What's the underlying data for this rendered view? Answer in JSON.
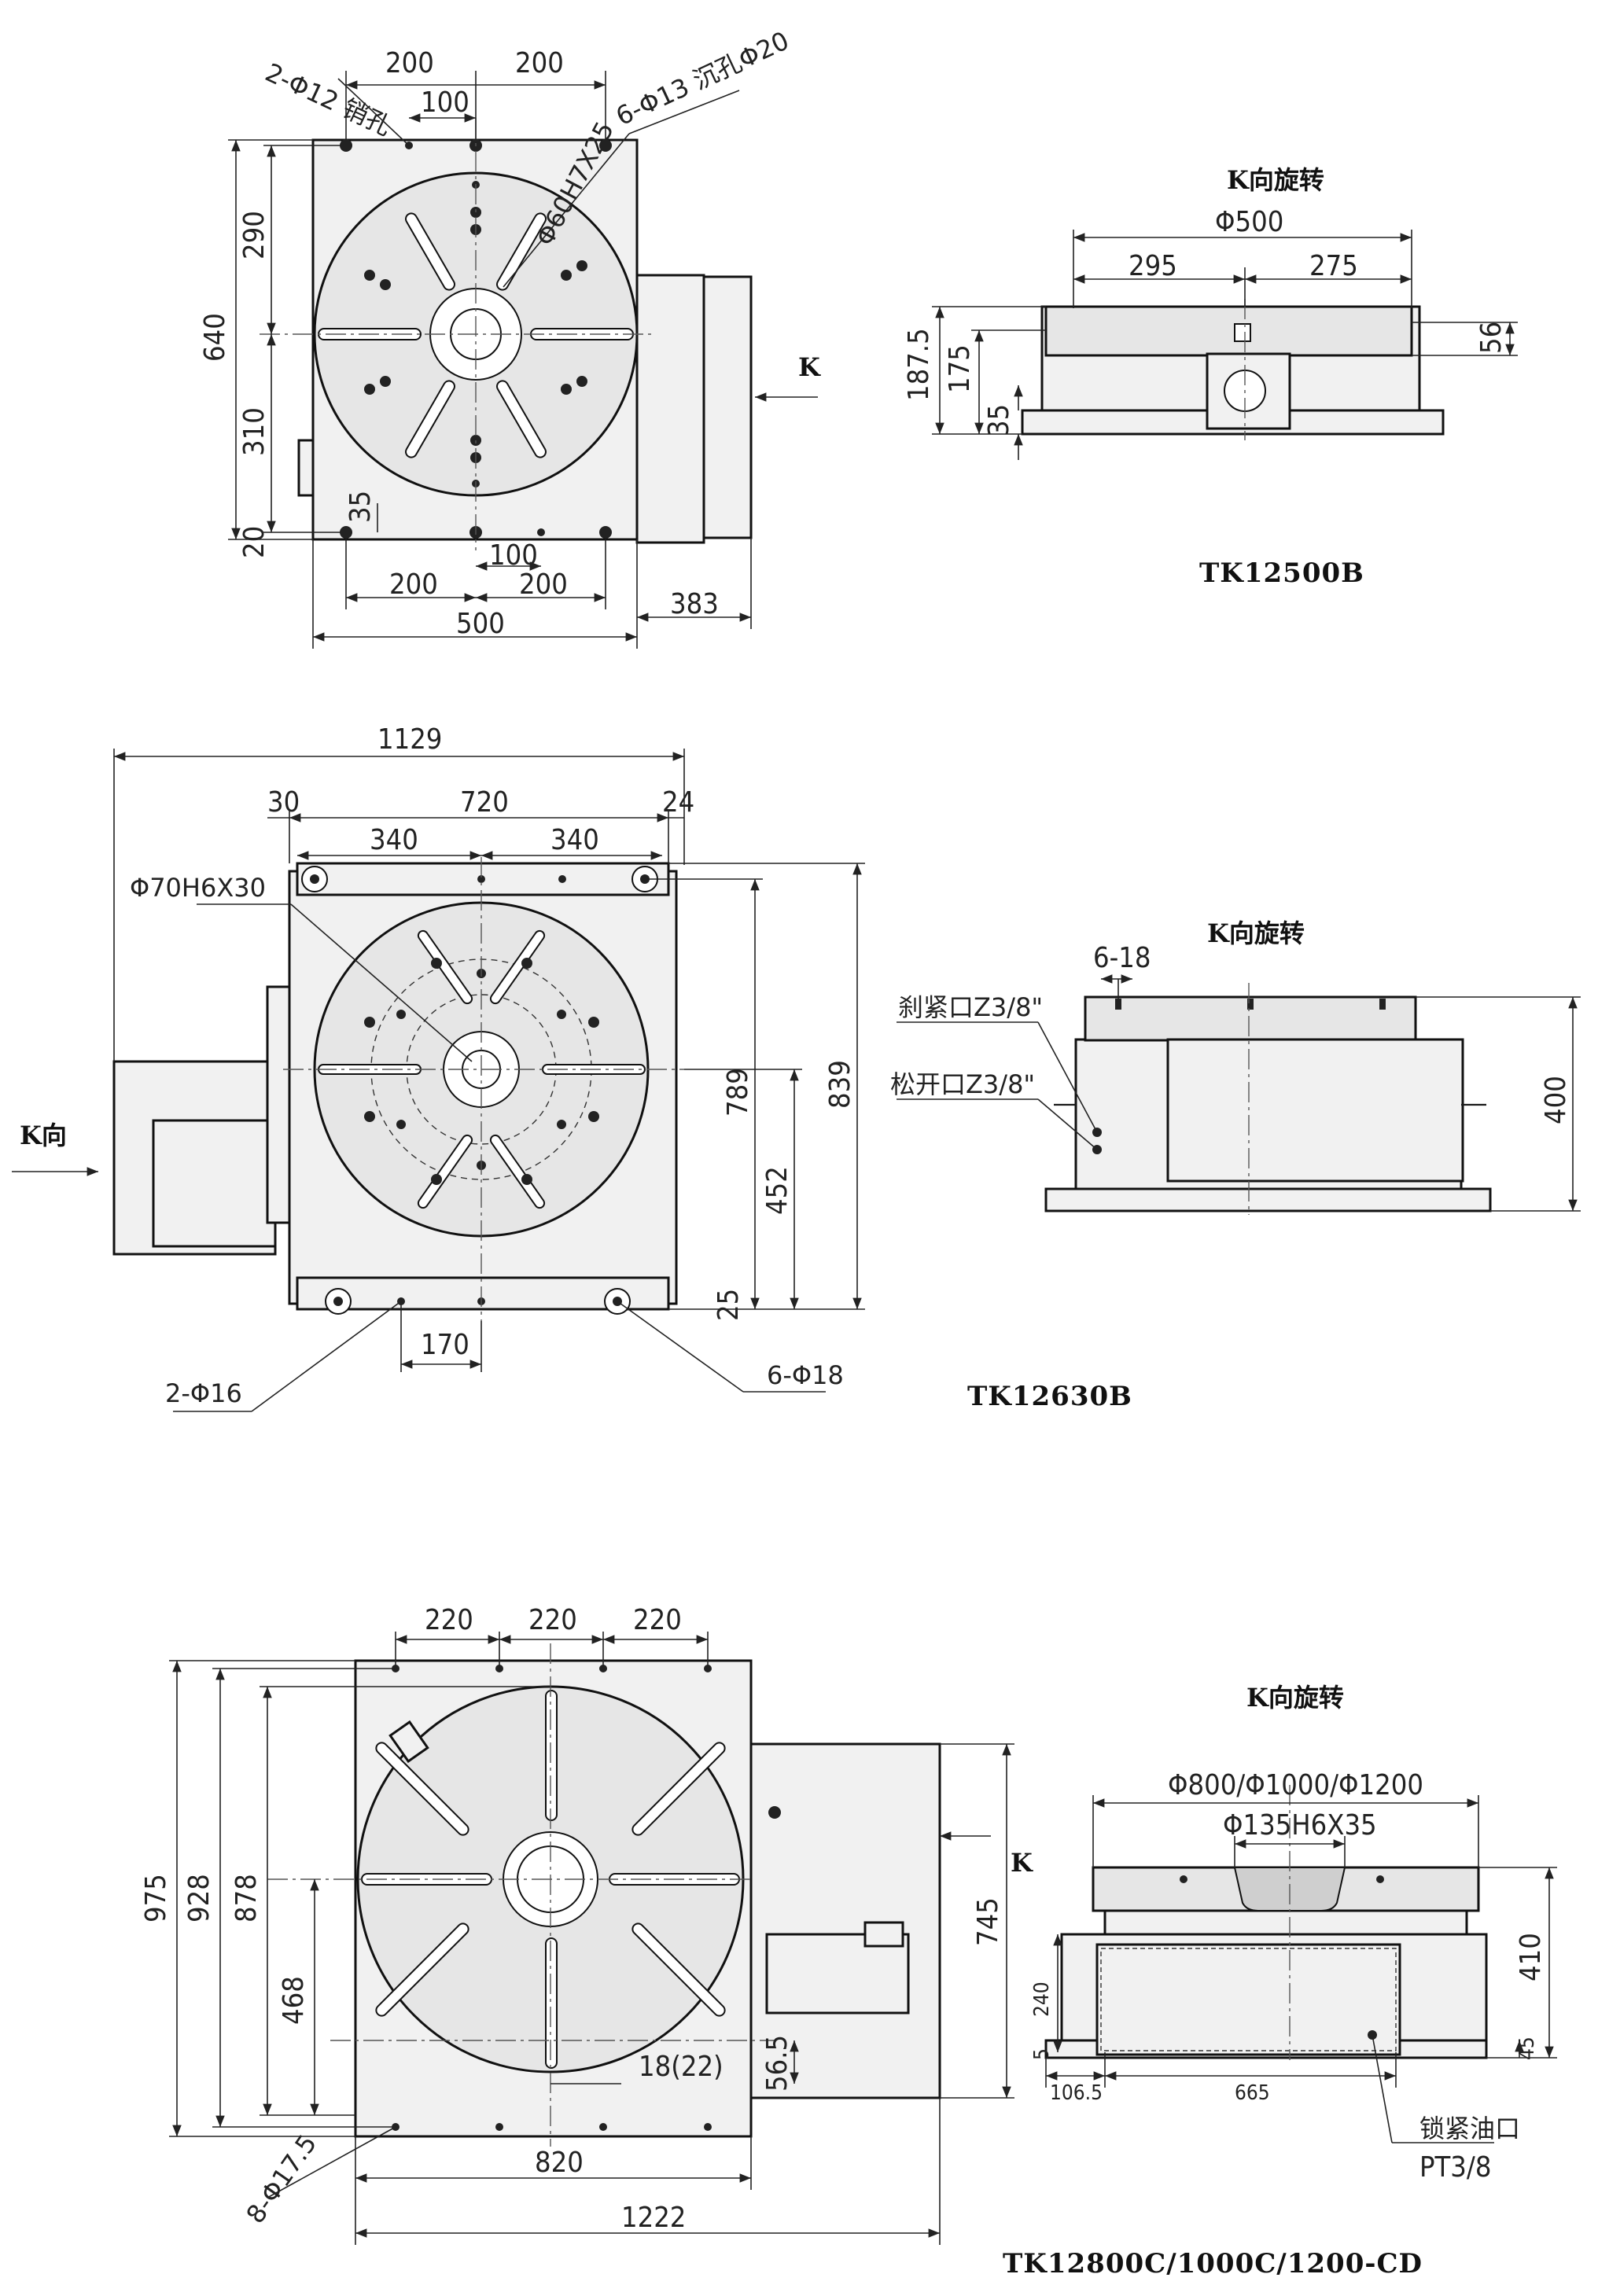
{
  "drawing_1": {
    "model": "TK12500B",
    "top_view": {
      "pin_hole_note": "2-Φ12 销孔",
      "counterbore_note": "6-Φ13 沉孔Φ20",
      "center_bore_note": "Φ60H7X25",
      "dim_200_left": "200",
      "dim_200_right": "200",
      "dim_100_top": "100",
      "dim_640": "640",
      "dim_290": "290",
      "dim_310": "310",
      "dim_20": "20",
      "dim_35": "35",
      "dim_100_bottom": "100",
      "dim_200_bottom_left": "200",
      "dim_200_bottom_right": "200",
      "dim_500": "500",
      "dim_383": "383",
      "k_arrow": "K"
    },
    "side_view": {
      "heading": "K向旋转",
      "dim_dia": "Φ500",
      "dim_295": "295",
      "dim_275": "275",
      "dim_187_5": "187.5",
      "dim_175": "175",
      "dim_35": "35",
      "dim_56": "56"
    }
  },
  "drawing_2": {
    "model": "TK12630B",
    "top_view": {
      "dim_1129": "1129",
      "dim_30": "30",
      "dim_720": "720",
      "dim_24": "24",
      "dim_340_left": "340",
      "dim_340_right": "340",
      "center_bore_note": "Φ70H6X30",
      "dim_789": "789",
      "dim_839": "839",
      "dim_452": "452",
      "dim_25": "25",
      "dim_170": "170",
      "pin_hole_note": "2-Φ16",
      "bolt_hole_note": "6-Φ18",
      "k_dir": "K向"
    },
    "side_view": {
      "heading": "K向旋转",
      "slot_note": "6-18",
      "clamp_port": "刹紧口Z3/8\"",
      "release_port": "松开口Z3/8\"",
      "dim_400": "400"
    }
  },
  "drawing_3": {
    "model": "TK12800C/1000C/1200-CD",
    "top_view": {
      "dim_220_a": "220",
      "dim_220_b": "220",
      "dim_220_c": "220",
      "dim_975": "975",
      "dim_928": "928",
      "dim_878": "878",
      "dim_468": "468",
      "dim_745": "745",
      "dim_18_22": "18(22)",
      "dim_56_5": "56.5",
      "dim_820": "820",
      "dim_1222": "1222",
      "bolt_hole_note": "8-Φ17.5",
      "k_arrow": "K"
    },
    "side_view": {
      "heading": "K向旋转",
      "dim_dia": "Φ800/Φ1000/Φ1200",
      "center_bore_note": "Φ135H6X35",
      "dim_410": "410",
      "dim_240": "240",
      "dim_5": "5",
      "dim_45": "45",
      "dim_106_5": "106.5",
      "dim_665": "665",
      "lock_port": "锁紧油口",
      "lock_port_thread": "PT3/8"
    }
  }
}
